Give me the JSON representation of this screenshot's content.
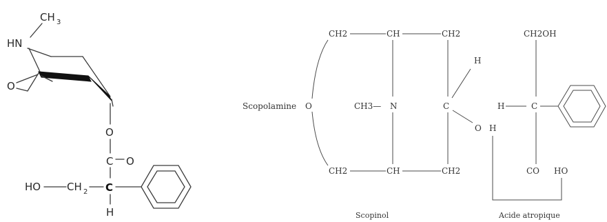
{
  "skeletal": {
    "methyl": "CH",
    "methyl_sub": "3",
    "amine": "HN",
    "ring_oxygen": "O",
    "ester_oxygen": "O",
    "carbonyl_carbon": "C",
    "carbonyl_oxygen": "O",
    "hydroxyl": "HO",
    "methylene": "CH",
    "methylene_sub": "2",
    "chiral_carbon": "C",
    "chiral_hydrogen": "H"
  },
  "schematic": {
    "top_left": "CH2",
    "top_mid": "CH",
    "top_right": "CH2",
    "left_label": "Scopolamine",
    "ether_o": "O",
    "n_methyl": "CH3—",
    "nitrogen": "N",
    "carbinol_c": "C",
    "carbinol_h": "H",
    "hydroxyl_o": "O",
    "hydroxyl_h": "H",
    "bottom_left": "CH2",
    "bottom_mid": "CH",
    "bottom_right": "CH2",
    "acid_top": "CH2OH",
    "acid_h": "H",
    "acid_c": "C",
    "acid_co": "CO",
    "acid_ho": "HO",
    "caption_left": "Scopinol",
    "caption_right": "Acide atropique"
  }
}
